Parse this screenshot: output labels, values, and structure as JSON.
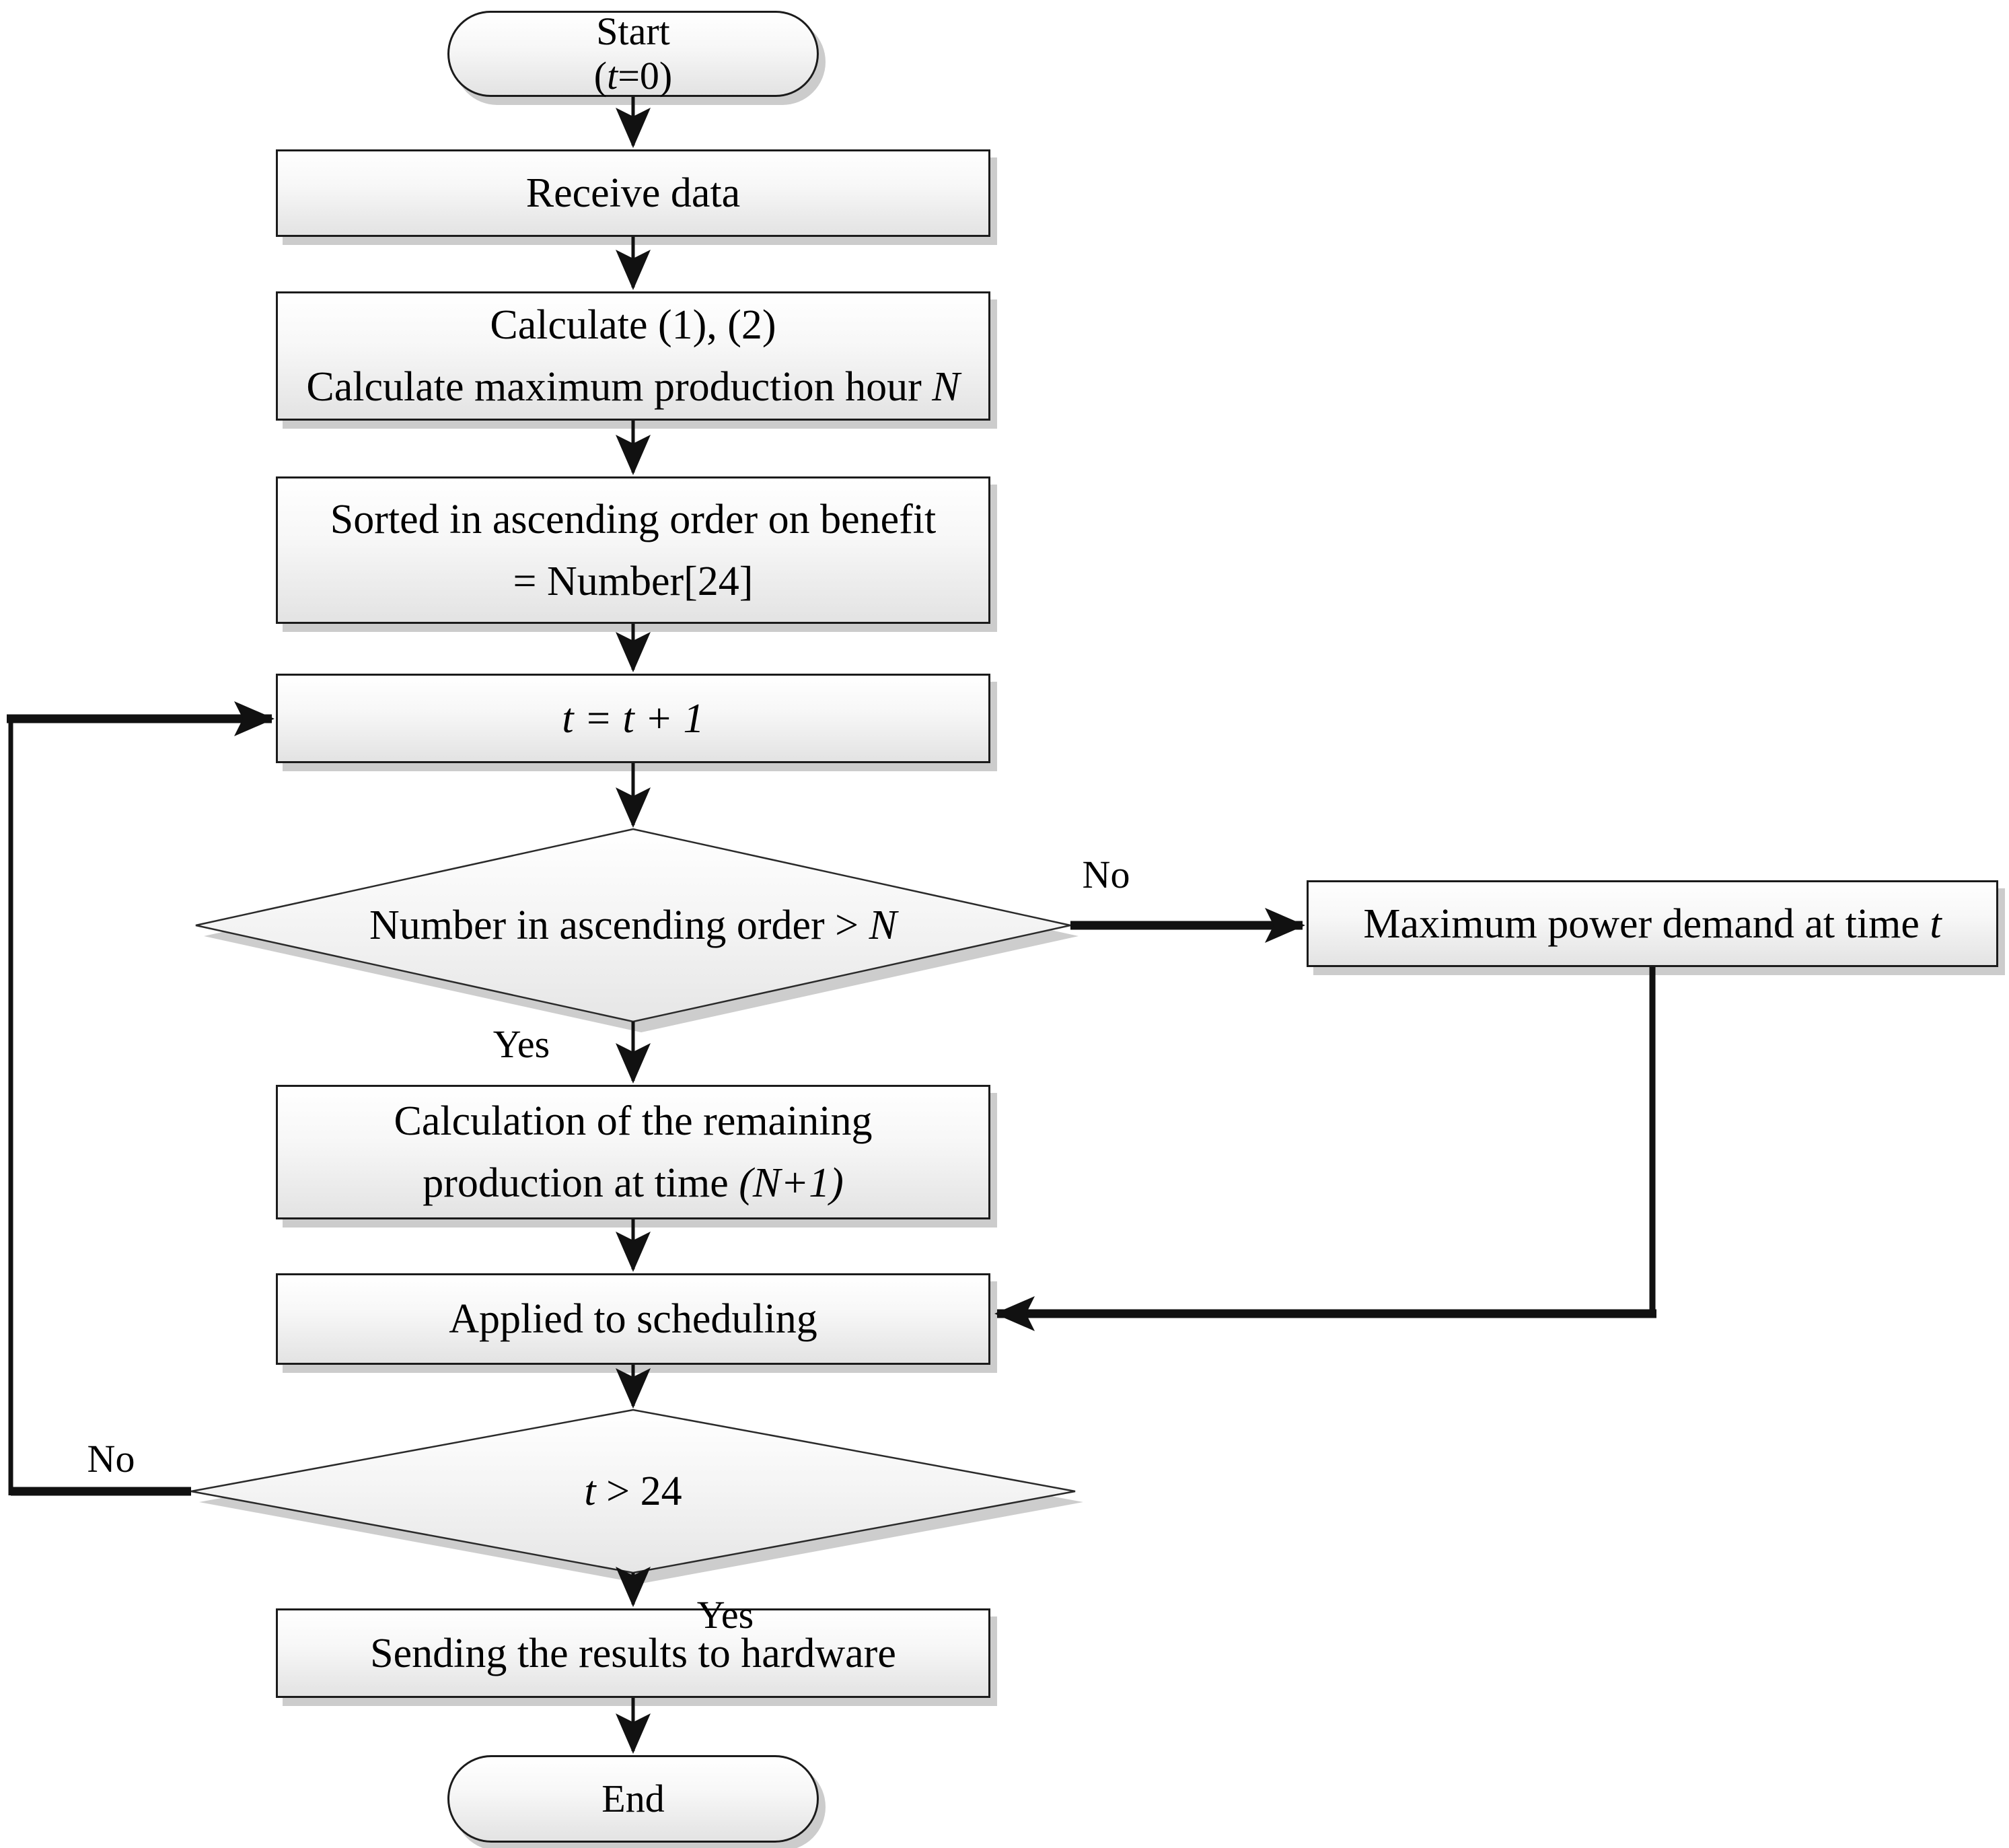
{
  "nodes": {
    "start": {
      "line1": "Start",
      "line2_pre": "(",
      "line2_var": "t",
      "line2_post": "=0)"
    },
    "receive": {
      "text": "Receive data"
    },
    "calculate": {
      "line1": "Calculate (1), (2)",
      "line2_pre": "Calculate maximum production hour ",
      "line2_var": "N"
    },
    "sorted": {
      "line1": "Sorted in ascending order on benefit",
      "line2": "= Number[24]"
    },
    "increment": {
      "text": "t = t + 1"
    },
    "decision1": {
      "pre": "Number in ascending order > ",
      "var": "N"
    },
    "maxpower": {
      "pre": "Maximum power demand at time ",
      "var": "t"
    },
    "remaining": {
      "line1": "Calculation of the remaining",
      "line2_pre": "production at time ",
      "line2_var": "(N+1)"
    },
    "applied": {
      "text": "Applied to scheduling"
    },
    "decision2": {
      "var": "t",
      "post": " > 24"
    },
    "sending": {
      "text": "Sending the results to hardware"
    },
    "end": {
      "text": "End"
    }
  },
  "labels": {
    "decision1_no": "No",
    "decision1_yes": "Yes",
    "decision2_no": "No",
    "decision2_yes": "Yes"
  },
  "colors": {
    "background": "#ffffff",
    "node_border": "#1b1b1b",
    "fill_top": "#ffffff",
    "fill_bottom": "#e3e3e3",
    "shadow": "#cccccc",
    "arrow": "#111111",
    "text": "#000000"
  }
}
